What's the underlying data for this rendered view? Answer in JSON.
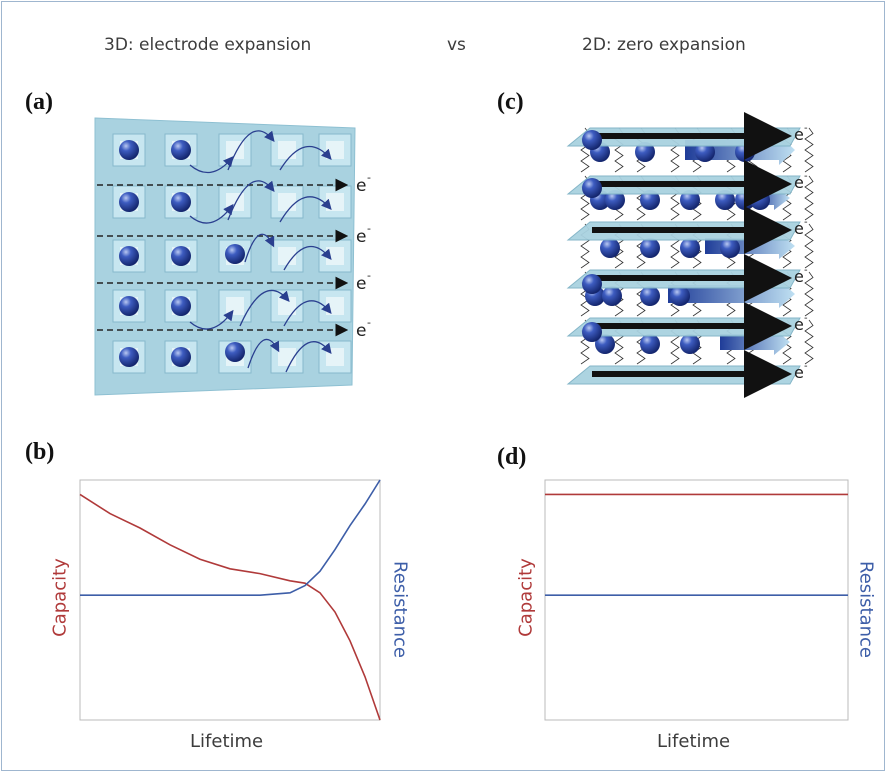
{
  "header": {
    "left_title": "3D: electrode expansion",
    "middle": "vs",
    "right_title": "2D: zero expansion"
  },
  "panels": {
    "a": {
      "label": "(a)",
      "electron_label": "e",
      "electron_sup": "-"
    },
    "b": {
      "label": "(b)",
      "xlabel": "Lifetime",
      "ylabel_left": "Capacity",
      "ylabel_right": "Resistance"
    },
    "c": {
      "label": "(c)",
      "electron_label": "e",
      "electron_sup": "-"
    },
    "d": {
      "label": "(d)",
      "xlabel": "Lifetime",
      "ylabel_left": "Capacity",
      "ylabel_right": "Resistance"
    }
  },
  "colors": {
    "capacity": "#b03a3a",
    "resistance": "#3d5ea8",
    "lattice": "#a9d2e0",
    "sphere": "#2a4aa8",
    "arrow_dark": "#111111"
  },
  "chart_data": [
    {
      "type": "line",
      "panel": "b",
      "xlabel": "Lifetime",
      "ylabel": "Capacity",
      "y2label": "Resistance",
      "x": [
        0,
        0.1,
        0.2,
        0.3,
        0.4,
        0.5,
        0.6,
        0.7,
        0.75,
        0.8,
        0.85,
        0.9,
        0.95,
        1.0
      ],
      "series": [
        {
          "name": "Capacity",
          "values": [
            0.94,
            0.86,
            0.8,
            0.73,
            0.67,
            0.63,
            0.61,
            0.58,
            0.57,
            0.53,
            0.45,
            0.33,
            0.18,
            0.0
          ]
        },
        {
          "name": "Resistance",
          "values": [
            0.52,
            0.52,
            0.52,
            0.52,
            0.52,
            0.52,
            0.52,
            0.53,
            0.56,
            0.62,
            0.71,
            0.81,
            0.9,
            1.0
          ]
        }
      ],
      "ylim": [
        0,
        1
      ]
    },
    {
      "type": "line",
      "panel": "d",
      "xlabel": "Lifetime",
      "ylabel": "Capacity",
      "y2label": "Resistance",
      "x": [
        0,
        1
      ],
      "series": [
        {
          "name": "Capacity",
          "values": [
            0.94,
            0.94
          ]
        },
        {
          "name": "Resistance",
          "values": [
            0.52,
            0.52
          ]
        }
      ],
      "ylim": [
        0,
        1
      ]
    }
  ]
}
